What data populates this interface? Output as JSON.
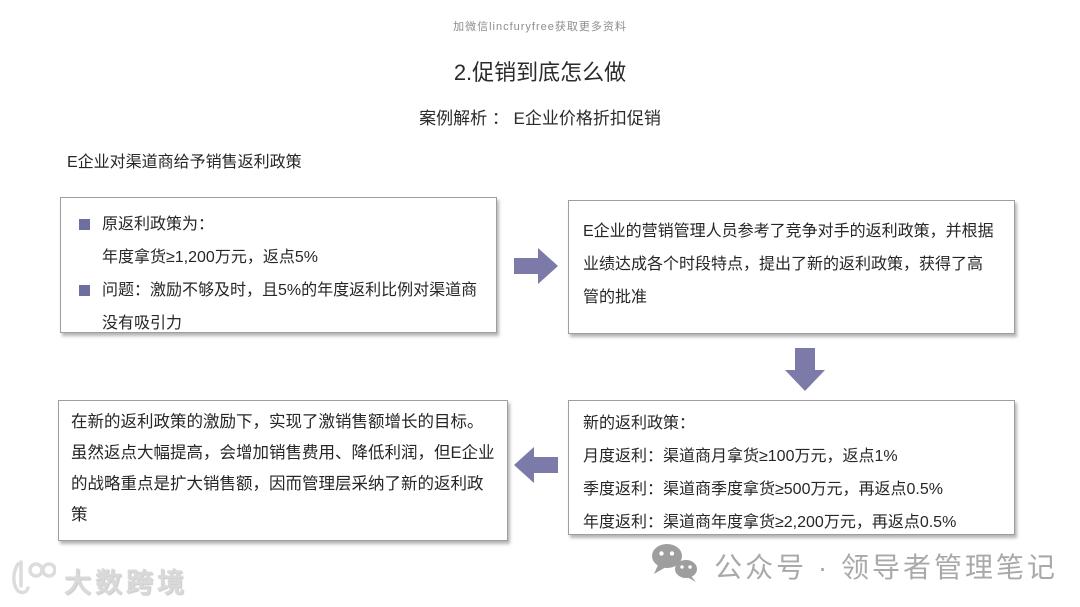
{
  "page": {
    "top_watermark": "加微信lincfuryfree获取更多资料",
    "title": "2.促销到底怎么做",
    "subtitle": "案例解析 ： E企业价格折扣促销",
    "section_label": "E企业对渠道商给予销售返利政策"
  },
  "flow": {
    "original_policy_box": {
      "bullet1_title": "原返利政策为：",
      "bullet1_detail": "年度拿货≥1,200万元，返点5%",
      "bullet2_text": "问题：激励不够及时，且5%的年度返利比例对渠道商没有吸引力"
    },
    "new_policy_intro_box": {
      "text": "E企业的营销管理人员参考了竞争对手的返利政策，并根据业绩达成各个时段特点，提出了新的返利政策，获得了高管的批准"
    },
    "new_policy_detail_box": {
      "lines": [
        "新的返利政策：",
        "月度返利：渠道商月拿货≥100万元，返点1%",
        "季度返利：渠道商季度拿货≥500万元，再返点0.5%",
        "年度返利：渠道商年度拿货≥2,200万元，再返点0.5%"
      ]
    },
    "result_box": {
      "text": "在新的返利政策的激励下，实现了激销售额增长的目标。虽然返点大幅提高，会增加销售费用、降低利润，但E企业的战略重点是扩大销售额，因而管理层采纳了新的返利政策"
    }
  },
  "footer": {
    "brand_left": "大数跨境",
    "brand_right": "公众号 · 领导者管理笔记"
  },
  "colors": {
    "arrow": "#7B7AA8",
    "bullet": "#6E6EA0",
    "box_border": "#9e9e9e",
    "body_text": "#262626",
    "watermark_gray": "#a9a9a9",
    "logo_gray": "#d9d9d9"
  }
}
